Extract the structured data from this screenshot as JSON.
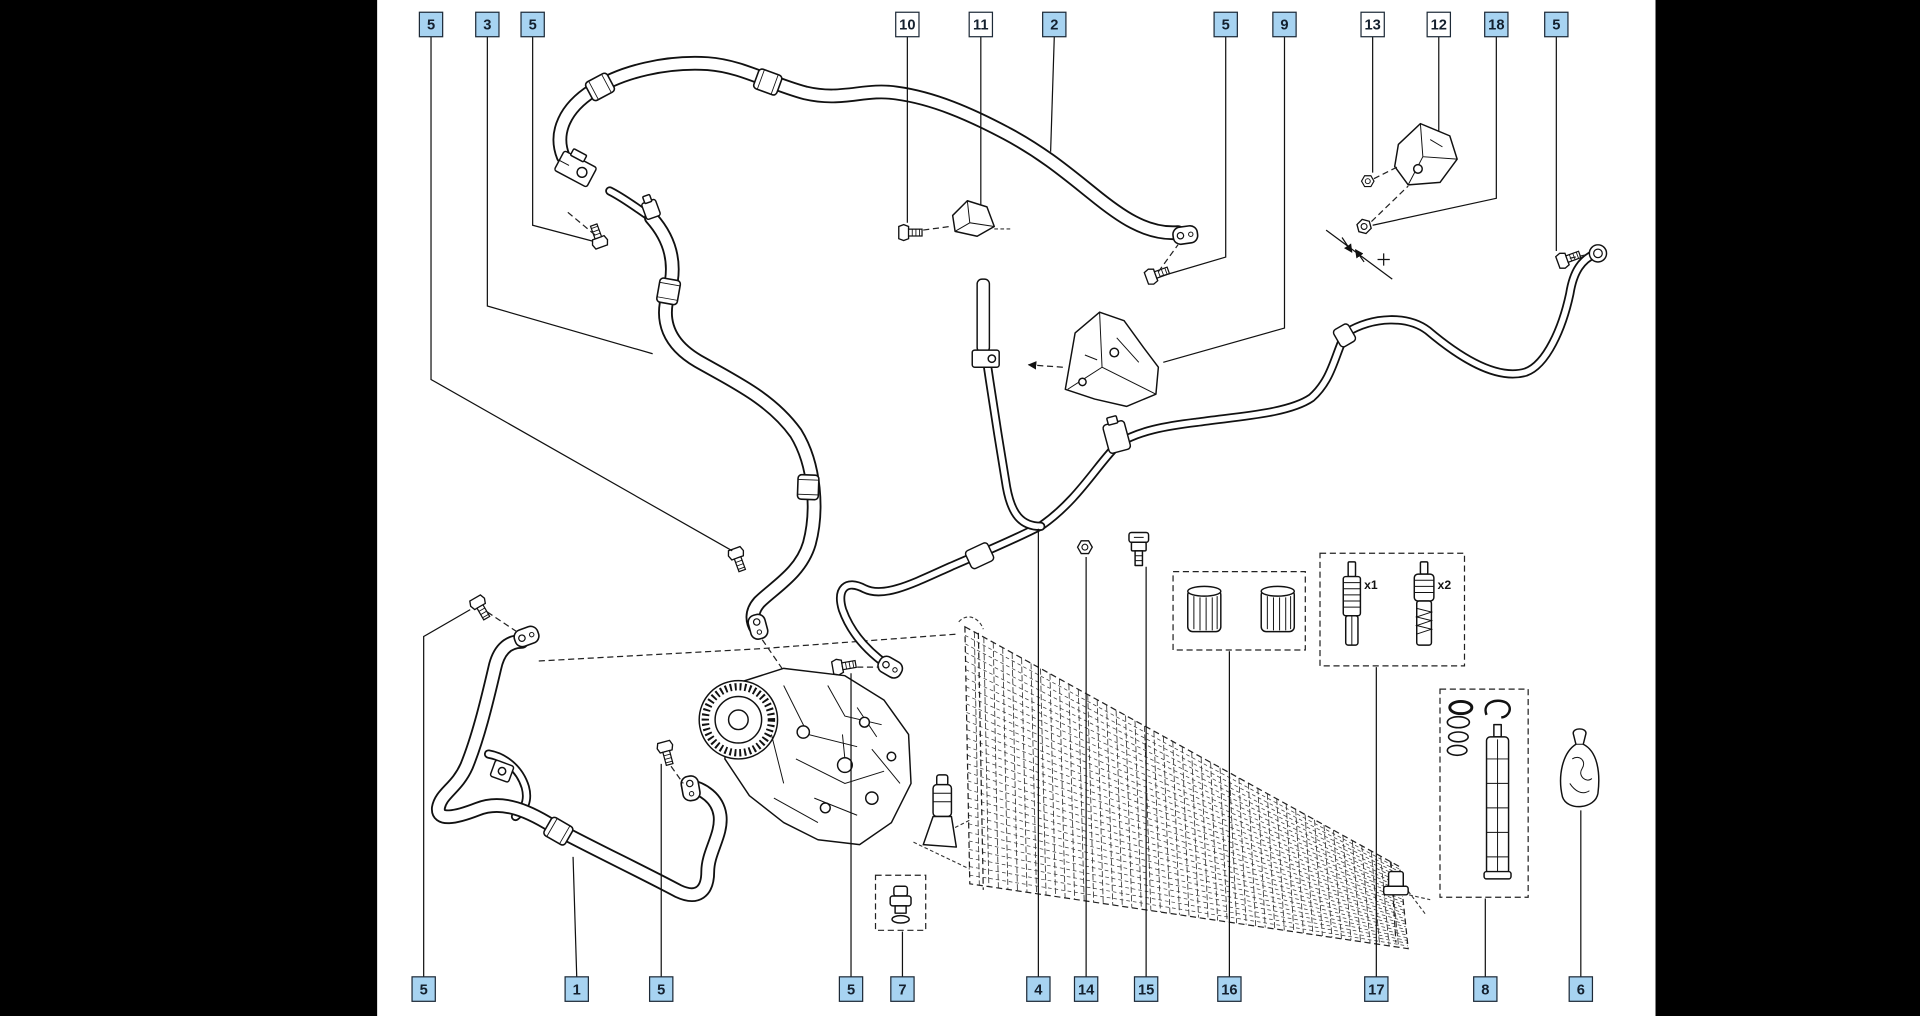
{
  "callouts": {
    "top": [
      {
        "number": "5",
        "highlighted": true
      },
      {
        "number": "3",
        "highlighted": true
      },
      {
        "number": "5",
        "highlighted": true
      },
      {
        "number": "10",
        "highlighted": false
      },
      {
        "number": "11",
        "highlighted": false
      },
      {
        "number": "2",
        "highlighted": true
      },
      {
        "number": "5",
        "highlighted": true
      },
      {
        "number": "9",
        "highlighted": true
      },
      {
        "number": "13",
        "highlighted": false
      },
      {
        "number": "12",
        "highlighted": false
      },
      {
        "number": "18",
        "highlighted": true
      },
      {
        "number": "5",
        "highlighted": true
      }
    ],
    "bottom": [
      {
        "number": "5",
        "highlighted": true
      },
      {
        "number": "1",
        "highlighted": true
      },
      {
        "number": "5",
        "highlighted": true
      },
      {
        "number": "5",
        "highlighted": true
      },
      {
        "number": "7",
        "highlighted": true
      },
      {
        "number": "4",
        "highlighted": true
      },
      {
        "number": "14",
        "highlighted": true
      },
      {
        "number": "15",
        "highlighted": true
      },
      {
        "number": "16",
        "highlighted": true
      },
      {
        "number": "17",
        "highlighted": true
      },
      {
        "number": "8",
        "highlighted": true
      },
      {
        "number": "6",
        "highlighted": true
      }
    ]
  },
  "quantity_marks": [
    "x1",
    "x2"
  ],
  "colors": {
    "background": "#000000",
    "panel": "#ffffff",
    "callout_highlight": "#a7d3f1",
    "callout_plain": "#ffffff",
    "line": "#111111"
  }
}
